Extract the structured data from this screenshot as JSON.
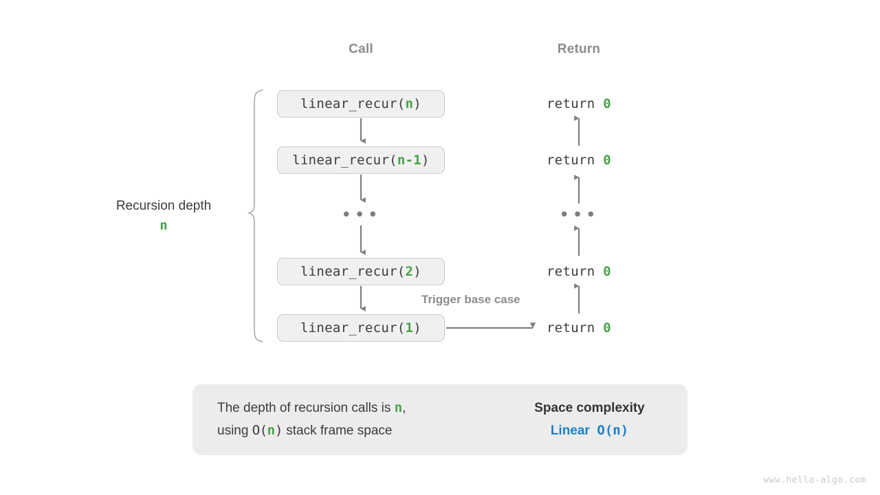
{
  "headers": {
    "call": "Call",
    "return": "Return"
  },
  "depth_bracket": {
    "label": "Recursion depth",
    "variable": "n"
  },
  "call_stack": [
    {
      "prefix": "linear_recur(",
      "arg": "n",
      "suffix": ")"
    },
    {
      "prefix": "linear_recur(",
      "arg": "n-1",
      "suffix": ")"
    },
    {
      "ellipsis": "•••"
    },
    {
      "prefix": "linear_recur(",
      "arg": "2",
      "suffix": ")"
    },
    {
      "prefix": "linear_recur(",
      "arg": "1",
      "suffix": ")"
    }
  ],
  "returns": [
    {
      "text": "return ",
      "value": "0"
    },
    {
      "text": "return ",
      "value": "0"
    },
    {
      "ellipsis": "•••"
    },
    {
      "text": "return ",
      "value": "0"
    },
    {
      "text": "return ",
      "value": "0"
    }
  ],
  "annotation": {
    "trigger_base_case": "Trigger base case"
  },
  "summary": {
    "line1_a": "The depth of recursion calls is ",
    "line1_var": "n",
    "line1_b": ",",
    "line2_a": "using ",
    "line2_mono": "O(",
    "line2_var": "n",
    "line2_mono2": ")",
    "line2_b": " stack frame space",
    "result_title": "Space complexity",
    "result_kind": "Linear",
    "result_value": "O(n)"
  },
  "watermark": "www.hello-algo.com",
  "colors": {
    "green": "#47a147",
    "blue": "#1f7fc8",
    "gray_text": "#8c8c8c",
    "box_fill": "#f0f0f0",
    "box_border": "#cccccc",
    "panel_fill": "#ececec",
    "arrow": "#7d7d7d"
  }
}
